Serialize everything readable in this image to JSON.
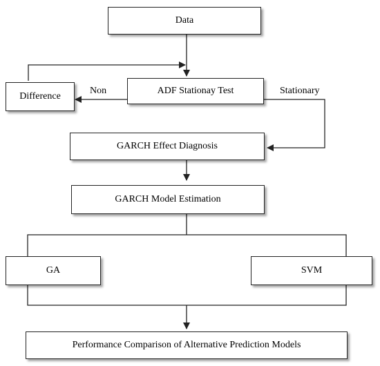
{
  "nodes": {
    "data": "Data",
    "adf_test": "ADF Stationay Test",
    "difference": "Difference",
    "garch_diagnosis": "GARCH Effect Diagnosis",
    "garch_estimation": "GARCH Model Estimation",
    "ga": "GA",
    "svm": "SVM",
    "performance": "Performance Comparison of Alternative Prediction Models"
  },
  "edge_labels": {
    "non": "Non",
    "stationary": "Stationary"
  },
  "colors": {
    "stroke": "#222222",
    "fill": "#ffffff",
    "text": "#000000"
  }
}
